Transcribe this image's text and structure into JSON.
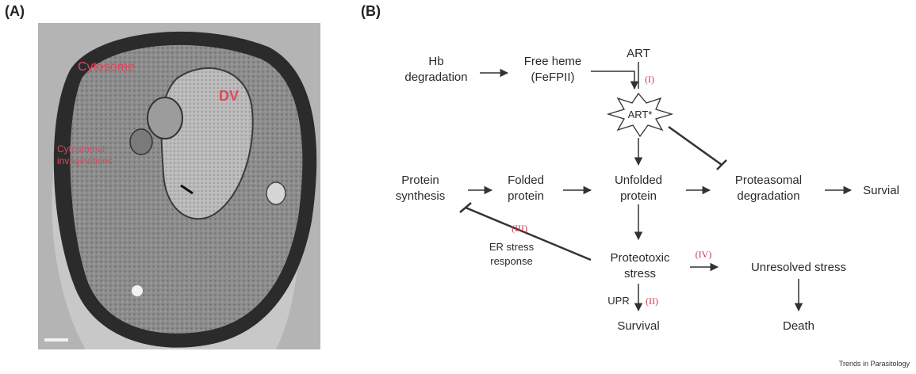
{
  "panels": {
    "a_label": "(A)",
    "b_label": "(B)"
  },
  "micrograph": {
    "label_cytosome": "Cytosome",
    "label_dv": "DV",
    "label_cytostomal": "Cytostomal invaginations",
    "cytostomal_line1": "Cytostomal",
    "cytostomal_line2": "invaginations"
  },
  "diagram": {
    "hb_line1": "Hb",
    "hb_line2": "degradation",
    "heme_line1": "Free heme",
    "heme_line2": "(FeFPII)",
    "art": "ART",
    "art_star": "ART*",
    "protein_line1": "Protein",
    "protein_line2": "synthesis",
    "folded_line1": "Folded",
    "folded_line2": "protein",
    "unfolded_line1": "Unfolded",
    "unfolded_line2": "protein",
    "proteasomal_line1": "Proteasomal",
    "proteasomal_line2": "degradation",
    "survival_right": "Survial",
    "er_line1": "ER stress",
    "er_line2": "response",
    "proteotoxic_line1": "Proteotoxic",
    "proteotoxic_line2": "stress",
    "unresolved": "Unresolved stress",
    "upr": "UPR",
    "survival_bottom": "Survival",
    "death": "Death",
    "step_i": "(I)",
    "step_ii": "(II)",
    "step_iii": "(III)",
    "step_iv": "(IV)"
  },
  "credit": "Trends in Parasitology",
  "colors": {
    "annotation": "#e0475c",
    "roman": "#d0354a",
    "text": "#2a2a2a"
  }
}
